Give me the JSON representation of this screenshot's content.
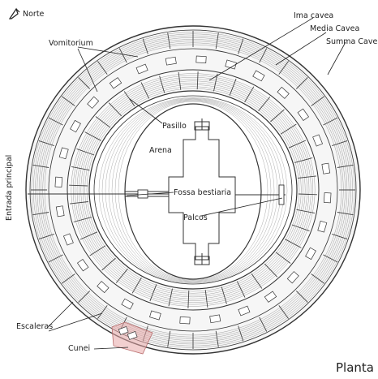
{
  "north_label": "Norte",
  "plan_label": "Planta",
  "labels": {
    "vomitorium": "Vomitorium",
    "ima_cavea": "Ima cavea",
    "media_cavea": "Media Cavea",
    "summa_cavea": "Summa Cavea",
    "pasillo": "Pasillo",
    "arena": "Arena",
    "fossa": "Fossa bestiaria",
    "palcos": "Palcos",
    "entrada": "Entrada principal",
    "escaleras": "Escaleras",
    "cunei": "Cunei"
  },
  "colors": {
    "line": "#333333",
    "arena": "#ffffff",
    "outer_band": "#f4f4f4",
    "cunei_highlight": "#e8a8a8"
  }
}
